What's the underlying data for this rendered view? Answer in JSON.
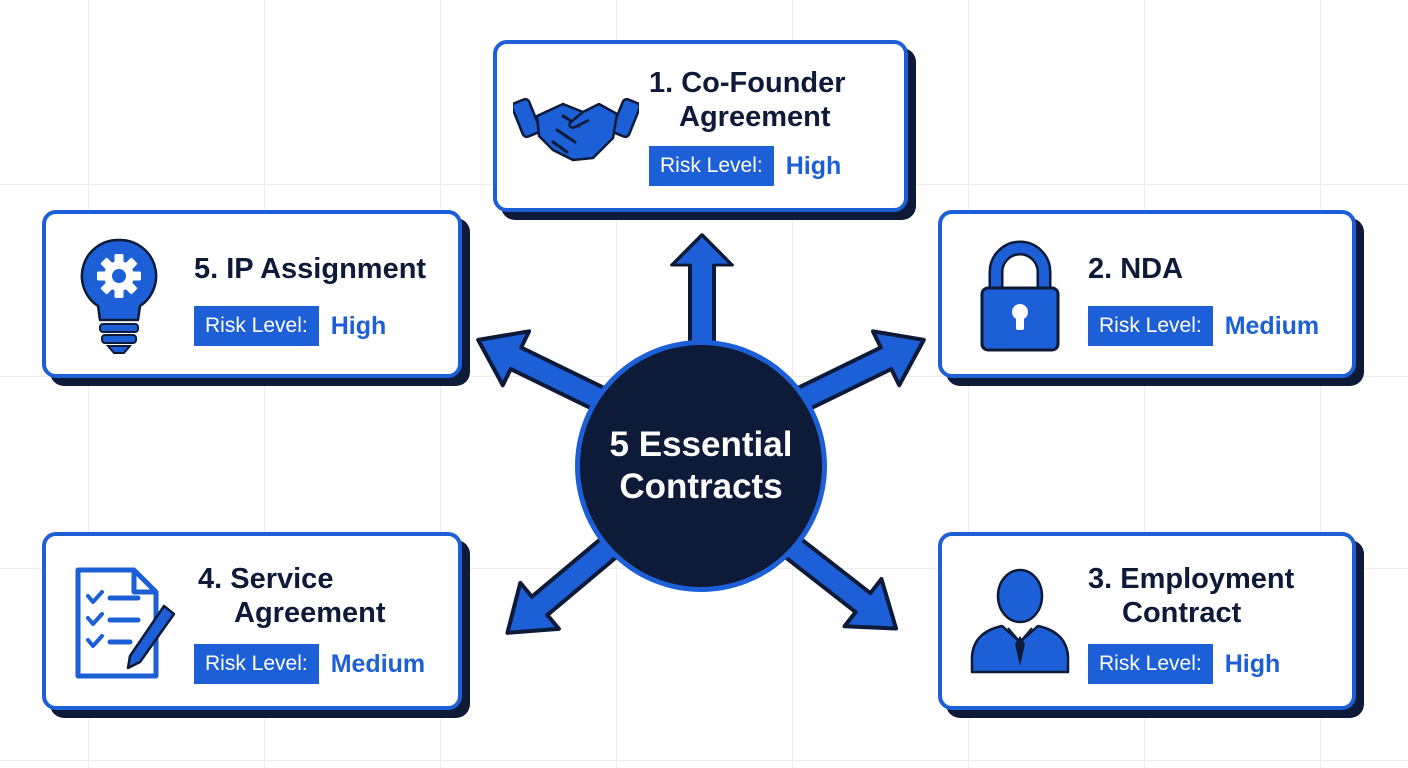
{
  "hub": {
    "line1": "5 Essential",
    "line2": "Contracts"
  },
  "colors": {
    "accent": "#1d5fd6",
    "navy": "#0d1a38",
    "background": "#ffffff",
    "grid": "#ececec"
  },
  "cards": [
    {
      "title_line1": "1. Co-Founder",
      "title_line2": "Agreement",
      "risk_label": "Risk Level:",
      "risk_value": "High",
      "icon": "handshake-icon"
    },
    {
      "title_line1": "2. NDA",
      "title_line2": "",
      "risk_label": "Risk Level:",
      "risk_value": "Medium",
      "icon": "padlock-icon"
    },
    {
      "title_line1": "3. Employment",
      "title_line2": "Contract",
      "risk_label": "Risk Level:",
      "risk_value": "High",
      "icon": "employee-icon"
    },
    {
      "title_line1": "4. Service",
      "title_line2": "Agreement",
      "risk_label": "Risk Level:",
      "risk_value": "Medium",
      "icon": "document-pen-icon"
    },
    {
      "title_line1": "5. IP Assignment",
      "title_line2": "",
      "risk_label": "Risk Level:",
      "risk_value": "High",
      "icon": "lightbulb-gear-icon"
    }
  ]
}
